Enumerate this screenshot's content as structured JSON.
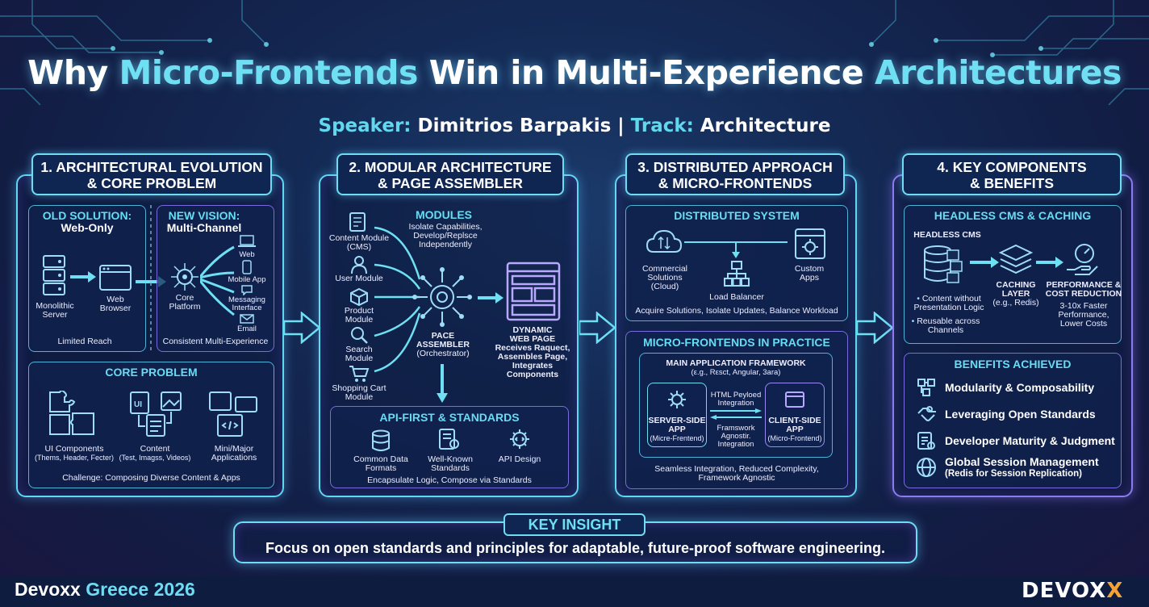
{
  "header": {
    "title_part1": "Why ",
    "title_hl1": "Micro-Frontends",
    "title_part2": " Win in Multi-Experience ",
    "title_hl2": "Architectures",
    "speaker_label": "Speaker:",
    "speaker_name": " Dimitrios Barpakis | ",
    "track_label": "Track:",
    "track_name": " Architecture"
  },
  "section1": {
    "title_line1": "1. ARCHITECTURAL EVOLUTION",
    "title_line2": "& CORE PROBLEM",
    "old_title1": "OLD SOLUTION:",
    "old_title2": "Web-Only",
    "monolithic1": "Monolithic",
    "monolithic2": "Server",
    "web1": "Web",
    "web2": "Browser",
    "limited": "Limited Reach",
    "new_title1": "NEW VISION:",
    "new_title2": "Multi-Channel",
    "core1": "Core",
    "core2": "Platform",
    "ch_web": "Web",
    "ch_mobile": "Mobile App",
    "ch_msg1": "Messaging",
    "ch_msg2": "Interface",
    "ch_email": "Email",
    "consistent": "Consistent Multi-Experience",
    "core_problem": "CORE PROBLEM",
    "ui1": "UI Components",
    "ui2": "(Thems, Header, Fecter)",
    "content1": "Content",
    "content2": "(Test, Imagss, Videos)",
    "apps1": "Mini/Major",
    "apps2": "Applications",
    "challenge": "Challenge: Composing Diverse Content & Apps"
  },
  "section2": {
    "title_line1": "2. MODULAR ARCHITECTURE",
    "title_line2": "& PAGE ASSEMBLER",
    "mod_cms1": "Content Module",
    "mod_cms2": "(CMS)",
    "mod_user": "User Module",
    "mod_prod1": "Product",
    "mod_prod2": "Module",
    "mod_search1": "Search",
    "mod_search2": "Module",
    "mod_cart1": "Shopping Cart",
    "mod_cart2": "Module",
    "modules_title": "MODULES",
    "modules_desc1": "Isolate Capabilities,",
    "modules_desc2": "Develop/Replsce",
    "modules_desc3": "Independently",
    "assembler1": "PACE",
    "assembler2": "ASSEMBLER",
    "assembler3": "(Orchestrator)",
    "dyn1": "DYNAMIC",
    "dyn2": "WEB PAGE",
    "dyn3": "Receives Raquect,",
    "dyn4": "Assembles Page,",
    "dyn5": "Integrates",
    "dyn6": "Components",
    "api_title": "API-FIRST & STANDARDS",
    "api_common1": "Common Data",
    "api_common2": "Formats",
    "api_known1": "Well-Known",
    "api_known2": "Standards",
    "api_design": "API Design",
    "api_foot": "Encapsulate Logic, Compose via Standards"
  },
  "section3": {
    "title_line1": "3. DISTRIBUTED APPROACH",
    "title_line2": "& MICRO-FRONTENDS",
    "dist_title": "DISTRIBUTED SYSTEM",
    "commercial1": "Commercial",
    "commercial2": "Solutions",
    "commercial3": "(Cloud)",
    "lb": "Load Balancer",
    "custom1": "Custom",
    "custom2": "Apps",
    "dist_foot": "Acquire Solutions, Isolate Updates, Balance Workload",
    "mfe_title": "MICRO-FRONTENDS IN PRACTICE",
    "main_fw": "MAIN APPLICATION FRAMEWORK",
    "main_fw_sub": "(ε.g., Rεsct, Angular, 3ara)",
    "server1": "SERVER-SIDE",
    "server2": "APP",
    "server3": "(Micre-Frentend)",
    "client1": "CLIENT-SIDE",
    "client2": "APP",
    "client3": "(Micro-Frontend)",
    "html1": "HTML Peyloed",
    "html2": "Integration",
    "fw1": "Framswork",
    "fw2": "Agnostir.",
    "fw3": "Integration",
    "mfe_foot1": "Seamless Integration, Reduced Complexity,",
    "mfe_foot2": "Framework Agnostic"
  },
  "section4": {
    "title_line1": "4. KEY COMPONENTS",
    "title_line2": "& BENEFITS",
    "cms_title": "HEADLESS CMS & CACHING",
    "headless": "HEADLESS CMS",
    "caching1": "CACHING",
    "caching2": "LAYER",
    "caching3": "(e.g., Redis)",
    "perf1": "PERFORMANCE &",
    "perf2": "COST REDUCTION",
    "perf3": "3-10x Faster",
    "perf4": "Performance,",
    "perf5": "Lower Costs",
    "bullet1a": "Content without",
    "bullet1b": "Presentation Logic",
    "bullet2a": "Reusable across",
    "bullet2b": "Channels",
    "benefits_title": "BENEFITS ACHIEVED",
    "benefit1": "Modularity & Composability",
    "benefit2": "Leveraging Open Standards",
    "benefit3": "Developer Maturity & Judgment",
    "benefit4": "Global Session Management",
    "benefit4_sub": "(Redis for Session Replication)"
  },
  "insight": {
    "title": "KEY INSIGHT",
    "text": "Focus on open standards and principles for adaptable, future-proof software engineering."
  },
  "footer": {
    "event": "Devoxx ",
    "event_hl": "Greece 2026",
    "logo_a": "DEVOX",
    "logo_b": "X"
  },
  "colors": {
    "accent_cyan": "#6fe0f3",
    "accent_purple": "#8a7cf0",
    "logo_orange": "#f4a236"
  }
}
